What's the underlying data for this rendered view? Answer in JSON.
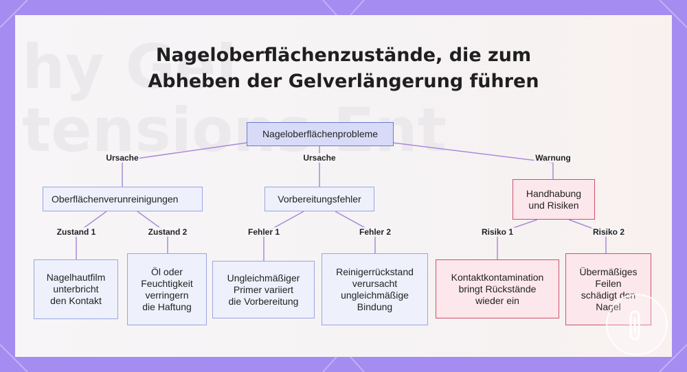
{
  "title_line1": "Nageloberflächenzustände, die zum",
  "title_line2": "Abheben der Gelverlängerung führen",
  "watermark": "hy Gel\ntensions Ent",
  "root": "Nageloberflächenprobleme",
  "branches": {
    "b1": {
      "edge": "Ursache",
      "label": "Oberflächenverunreinigungen"
    },
    "b2": {
      "edge": "Ursache",
      "label": "Vorbereitungsfehler"
    },
    "b3": {
      "edge": "Warnung",
      "label": "Handhabung\nund Risiken"
    }
  },
  "leaves": {
    "l1": {
      "edge": "Zustand 1",
      "label": "Nagelhautfilm\nunterbricht\nden Kontakt"
    },
    "l2": {
      "edge": "Zustand 2",
      "label": "Öl oder\nFeuchtigkeit\nverringern\ndie Haftung"
    },
    "l3": {
      "edge": "Fehler 1",
      "label": "Ungleichmäßiger\nPrimer variiert\ndie Vorbereitung"
    },
    "l4": {
      "edge": "Fehler 2",
      "label": "Reinigerrückstand\nverursacht\nungleichmäßige\nBindung"
    },
    "l5": {
      "edge": "Risiko 1",
      "label": "Kontaktkontamination\nbringt Rückstände\nwieder ein"
    },
    "l6": {
      "edge": "Risiko 2",
      "label": "Übermäßiges\nFeilen\nschädigt den\nNagel"
    }
  },
  "colors": {
    "frame": "#a58cf0",
    "edge": "#a88ad8",
    "node_fill": "#eef0fc",
    "risk_border": "#d0506a"
  }
}
